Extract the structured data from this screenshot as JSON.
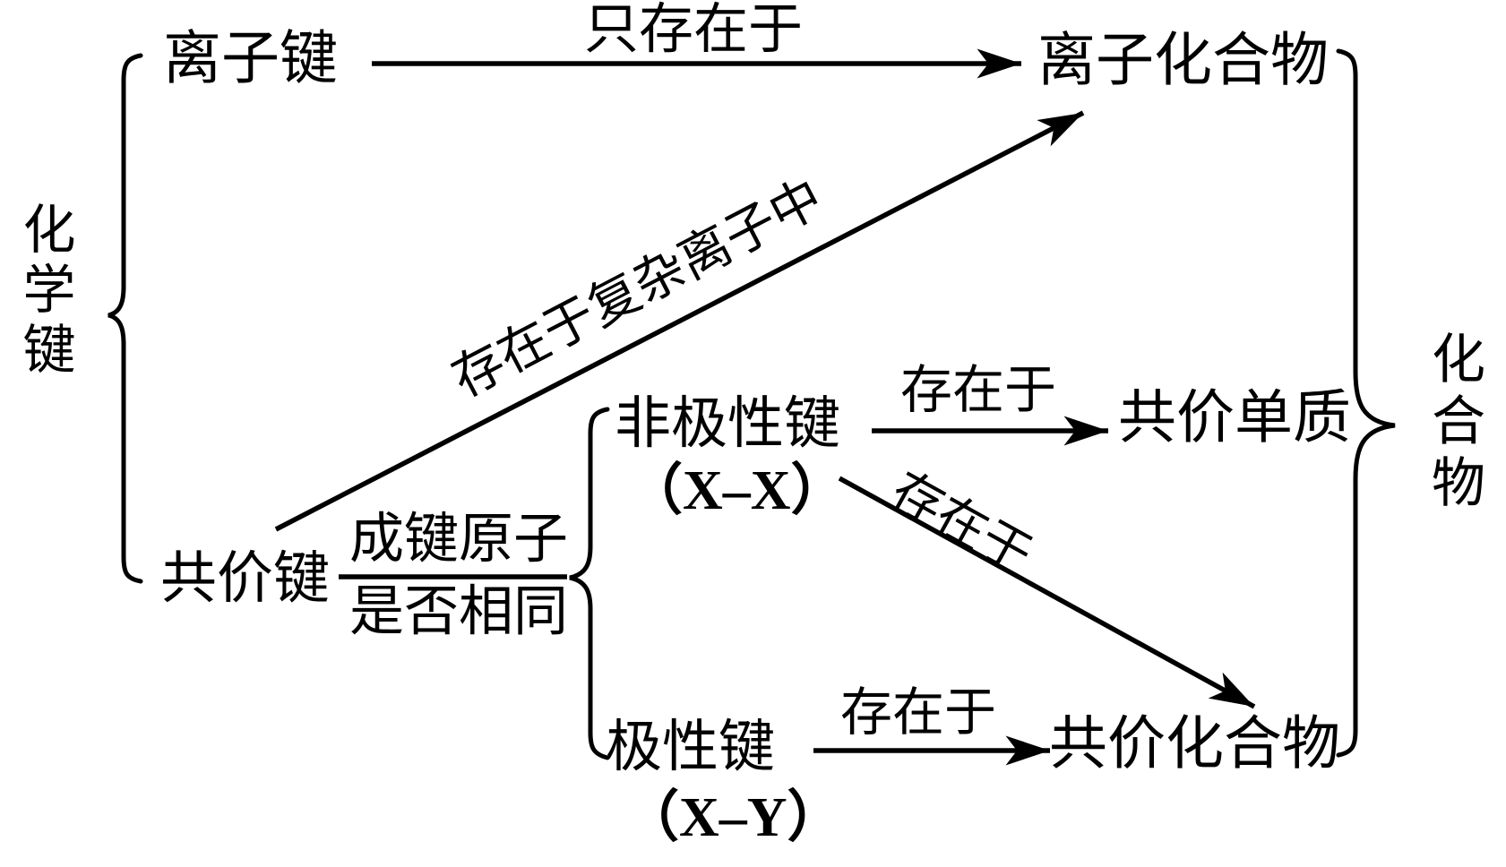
{
  "groups": {
    "chemical_bond": "化学键",
    "compound": "化合物"
  },
  "nodes": {
    "ionic_bond": "离子键",
    "ionic_compound": "离子化合物",
    "covalent_bond": "共价键",
    "nonpolar_bond": "非极性键",
    "nonpolar_bond_formula": "（X–X）",
    "polar_bond": "极性键",
    "polar_bond_formula": "（X–Y）",
    "covalent_element": "共价单质",
    "covalent_compound": "共价化合物"
  },
  "edge_labels": {
    "ionic_to_ionic_compound": "只存在于",
    "covalent_to_ionic_compound": "存在于复杂离子中",
    "nonpolar_to_covalent_element": "存在于",
    "nonpolar_to_covalent_compound": "存在于",
    "polar_to_covalent_compound": "存在于"
  },
  "branch_condition": {
    "line1": "成键原子",
    "line2": "是否相同"
  }
}
